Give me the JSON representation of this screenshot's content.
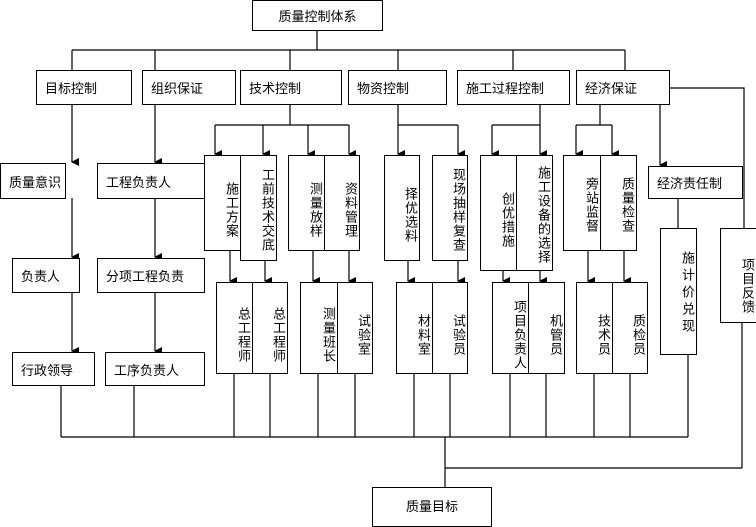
{
  "title": "质量控制体系",
  "goal": "质量目标",
  "level1": [
    "目标控制",
    "组织保证",
    "技术控制",
    "物资控制",
    "施工过程控制",
    "经济保证"
  ],
  "target_control": [
    "质量意识",
    "负责人",
    "行政领导"
  ],
  "org_guarantee": [
    "工程负责人",
    "分项工程负责",
    "工序负责人"
  ],
  "tech_control": {
    "upper": [
      "施工方案",
      "工前技术交底",
      "测量放样",
      "资料管理"
    ],
    "lower": [
      "总工程师",
      "总工程师",
      "测量班长",
      "试验室"
    ]
  },
  "material_control": {
    "upper": [
      "择优选料",
      "现场抽样复查"
    ],
    "lower": [
      "材料室",
      "试验员"
    ]
  },
  "process_control": {
    "upper": [
      "创优措施",
      "施工设备的选择"
    ],
    "lower": [
      "项目负责人",
      "机管员"
    ]
  },
  "econ_guarantee": {
    "upper": [
      "旁站监督",
      "质量检查"
    ],
    "lower": [
      "技术员",
      "质检员"
    ],
    "responsibility": "经济责任制",
    "pricing": "施计价兑现",
    "feedback": "项目反馈"
  }
}
